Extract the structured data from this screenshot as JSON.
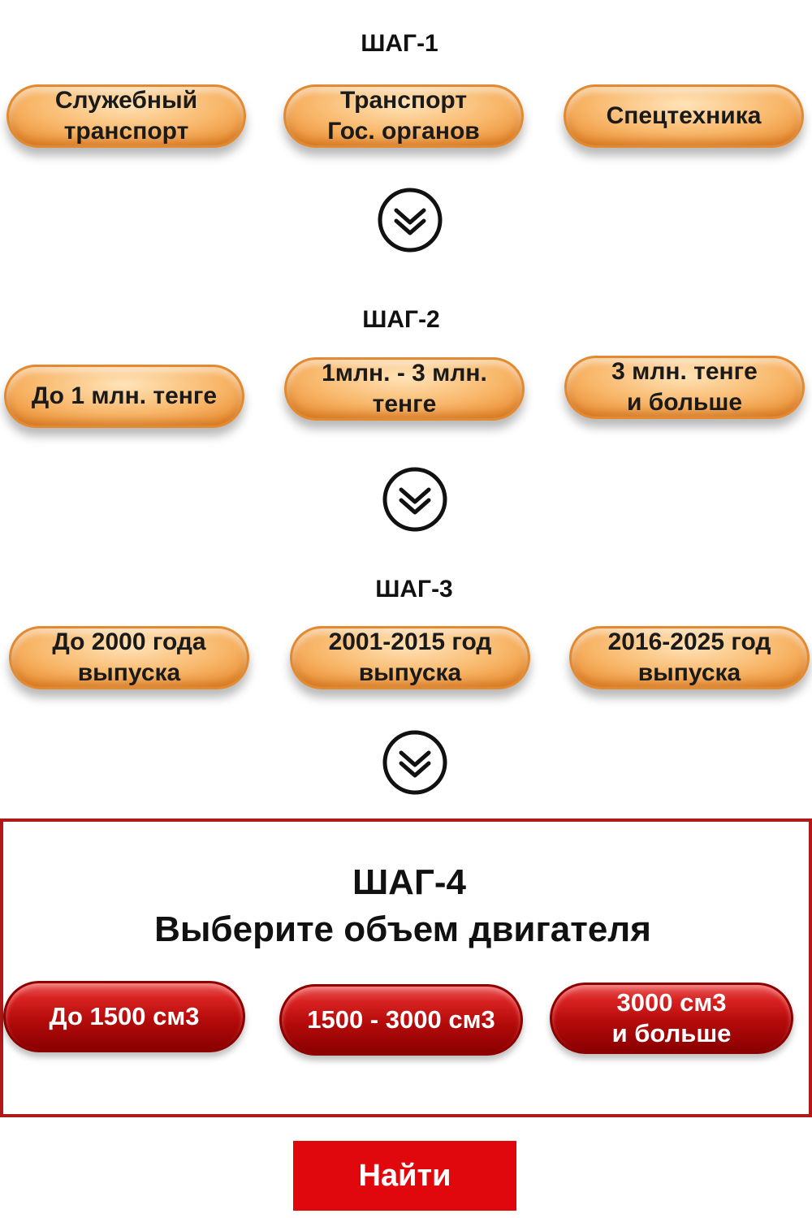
{
  "step1": {
    "title": "ШАГ-1",
    "options": [
      {
        "line1": "Служебный",
        "line2": "транспорт"
      },
      {
        "line1": "Транспорт",
        "line2": "Гос. органов"
      },
      {
        "line1": "Спецтехника",
        "line2": ""
      }
    ]
  },
  "step2": {
    "title": "ШАГ-2",
    "options": [
      {
        "line1": "До 1 млн. тенге",
        "line2": ""
      },
      {
        "line1": "1млн. - 3 млн.",
        "line2": "тенге"
      },
      {
        "line1": "3 млн. тенге",
        "line2": "и больше"
      }
    ]
  },
  "step3": {
    "title": "ШАГ-3",
    "options": [
      {
        "line1": "До 2000 года",
        "line2": "выпуска"
      },
      {
        "line1": "2001-2015 год",
        "line2": "выпуска"
      },
      {
        "line1": "2016-2025 год",
        "line2": "выпуска"
      }
    ]
  },
  "step4": {
    "title": "ШАГ-4",
    "subtitle": "Выберите объем двигателя",
    "options": [
      {
        "line1": "До 1500 см3",
        "line2": ""
      },
      {
        "line1": "1500 - 3000 см3",
        "line2": ""
      },
      {
        "line1": "3000 см3",
        "line2": "и больше"
      }
    ]
  },
  "search_button": {
    "label": "Найти"
  },
  "colors": {
    "orange_pill": "#f8b76a",
    "red_pill": "#b50b0b",
    "step4_border": "#b11818",
    "search_button": "#e0080d"
  },
  "icons": {
    "step_arrow": "double-chevron-down-circle-icon"
  }
}
